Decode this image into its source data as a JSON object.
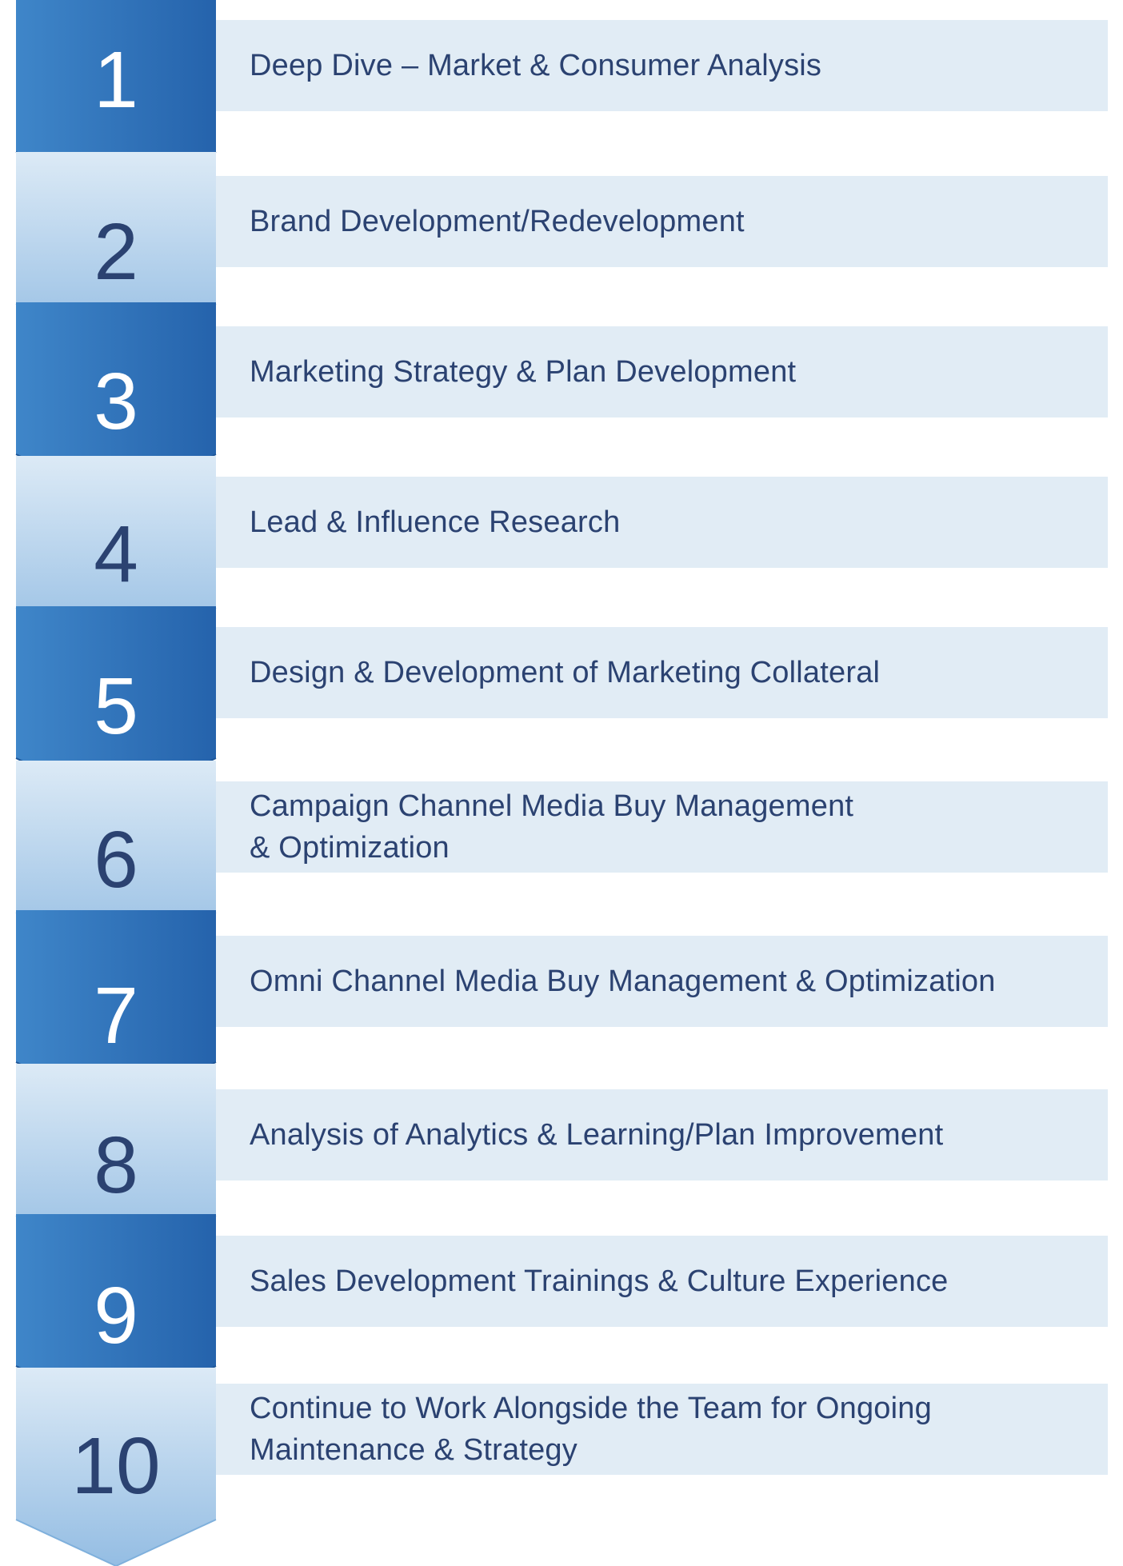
{
  "colors": {
    "dark_chevron_top": "#3f86c9",
    "dark_chevron_bottom": "#2563ac",
    "light_chevron_top": "#dceaf6",
    "light_chevron_bottom": "#94bde3",
    "bar_fill": "#e1ecf5",
    "text": "#2b4271",
    "number_on_dark": "#ffffff",
    "number_on_light": "#2b4271"
  },
  "steps": [
    {
      "number": "1",
      "label": "Deep Dive – Market & Consumer Analysis",
      "style": "dark"
    },
    {
      "number": "2",
      "label": "Brand Development/Redevelopment",
      "style": "light"
    },
    {
      "number": "3",
      "label": "Marketing Strategy & Plan Development",
      "style": "dark"
    },
    {
      "number": "4",
      "label": "Lead & Influence Research",
      "style": "light"
    },
    {
      "number": "5",
      "label": "Design & Development of Marketing Collateral",
      "style": "dark"
    },
    {
      "number": "6",
      "label": "Campaign Channel Media Buy Management\n& Optimization",
      "style": "light"
    },
    {
      "number": "7",
      "label": "Omni Channel Media Buy Management & Optimization",
      "style": "dark"
    },
    {
      "number": "8",
      "label": "Analysis of Analytics & Learning/Plan Improvement",
      "style": "light"
    },
    {
      "number": "9",
      "label": "Sales Development Trainings & Culture Experience",
      "style": "dark"
    },
    {
      "number": "10",
      "label": "Continue to Work Alongside the Team for Ongoing\nMaintenance & Strategy",
      "style": "light"
    }
  ]
}
